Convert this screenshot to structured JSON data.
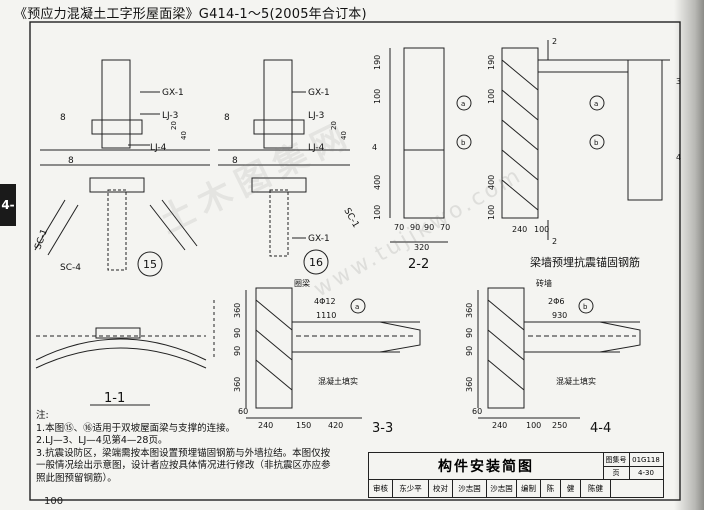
{
  "header": {
    "title": "《预应力混凝土工字形屋面梁》G414-1～5(2005年合订本)"
  },
  "side_tab": "4-",
  "page_number": "100",
  "detail15": {
    "gx": "GX-1",
    "lj3": "LJ-3",
    "lj4": "LJ-4",
    "weld1": "8",
    "weld2": "8",
    "dim1": "20",
    "dim2": "40",
    "sc1": "SC-1",
    "sc4": "SC-4",
    "bubble": "15"
  },
  "detail16": {
    "gx_top": "GX-1",
    "gx_bottom": "GX-1",
    "lj3": "LJ-3",
    "lj4": "LJ-4",
    "weld1": "8",
    "weld2": "8",
    "dim1": "20",
    "dim2": "40",
    "sc1": "SC-1",
    "bubble": "16"
  },
  "section22": {
    "label": "2-2",
    "dims_vertical": [
      "190",
      "100",
      "4",
      "400",
      "100"
    ],
    "dims_bottom": [
      "70",
      "90",
      "90",
      "70"
    ],
    "width": "320",
    "bubble_a": "a",
    "bubble_b": "b"
  },
  "wall_detail": {
    "title": "梁墙预埋抗震锚固钢筋",
    "cut_top": "2",
    "cut_bottom": "2",
    "marker3": "3",
    "marker4": "4",
    "dims_vertical": [
      "190",
      "100",
      "400",
      "100"
    ],
    "dim_240": "240",
    "dim_100": "100",
    "bubble_a": "a",
    "bubble_b": "b"
  },
  "section11": {
    "label": "1-1"
  },
  "section33": {
    "label": "3-3",
    "top_label": "圈梁",
    "rebar": "4Φ12",
    "length": "1110",
    "fill": "混凝土填实",
    "dims_vertical": [
      "360",
      "90",
      "90",
      "360"
    ],
    "dims_bottom": [
      "60",
      "240",
      "150",
      "420"
    ],
    "bubble": "a"
  },
  "section44": {
    "label": "4-4",
    "top_label": "砖墙",
    "rebar": "2Φ6",
    "length": "930",
    "fill": "混凝土填实",
    "dims_vertical": [
      "360",
      "90",
      "90",
      "360"
    ],
    "dims_bottom": [
      "60",
      "240",
      "100",
      "250"
    ],
    "bubble": "b"
  },
  "notes": {
    "heading": "注:",
    "lines": [
      "1.本图⑮、⑯适用于双坡屋面梁与支撑的连接。",
      "2.LJ—3、LJ—4见第4—28页。",
      "3.抗震设防区，梁端需按本图设置预埋锚固钢筋与外墙拉结。本图仅按",
      "一般情况绘出示意图，设计者应按具体情况进行修改（非抗震区亦应参",
      "照此图预留钢筋）。"
    ]
  },
  "title_block": {
    "name": "构件安装简图",
    "set_label": "图集号",
    "set_code": "01G118",
    "page_label": "页",
    "page": "4-30",
    "row": [
      "审核",
      "东少平",
      "校对",
      "沙志国",
      "沙志国",
      "编制",
      "陈",
      "健",
      "陈健",
      ""
    ]
  },
  "watermark": {
    "text": "土木图集网",
    "url": "www.tujikwo.com"
  }
}
